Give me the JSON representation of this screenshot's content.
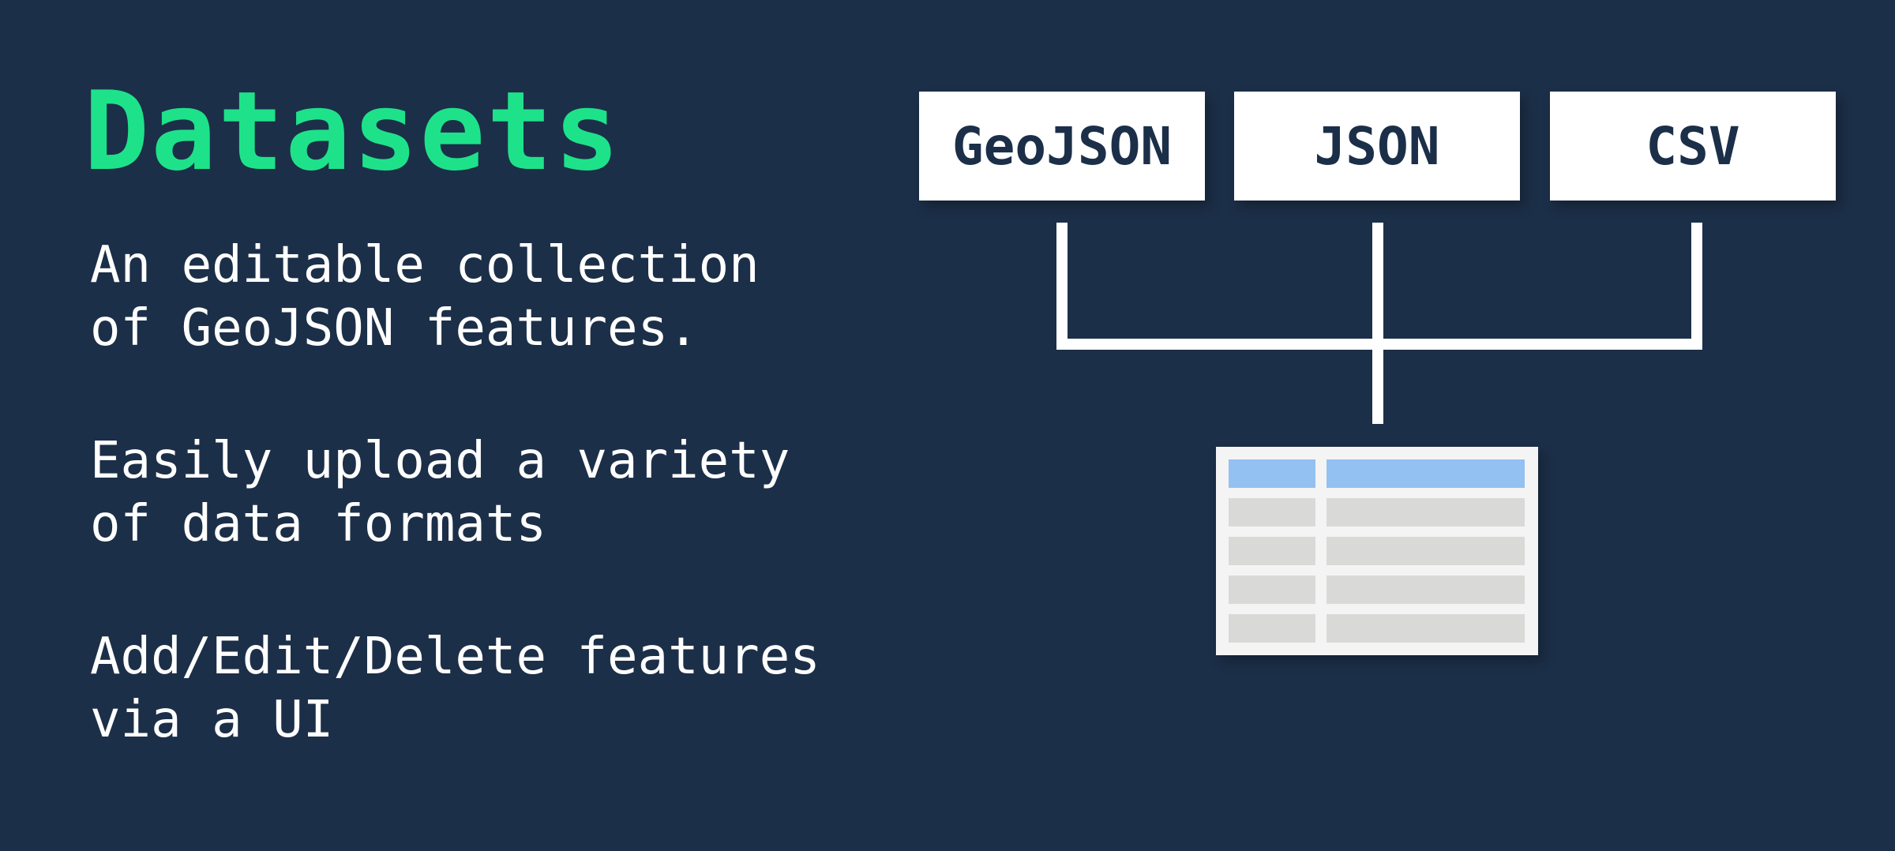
{
  "slide": {
    "title": "Datasets",
    "bullets": [
      "An editable collection\nof GeoJSON features.",
      "Easily upload a variety\nof data formats",
      "Add/Edit/Delete features\nvia a UI"
    ]
  },
  "diagram": {
    "formats": [
      "GeoJSON",
      "JSON",
      "CSV"
    ],
    "table": {
      "header_rows": 1,
      "body_rows": 4,
      "columns": 2
    }
  },
  "colors": {
    "background": "#1c2f48",
    "title": "#1ee28a",
    "text": "#ffffff",
    "box": "#ffffff",
    "table_header": "#93c1f1",
    "table_cell": "#d9dad8"
  }
}
